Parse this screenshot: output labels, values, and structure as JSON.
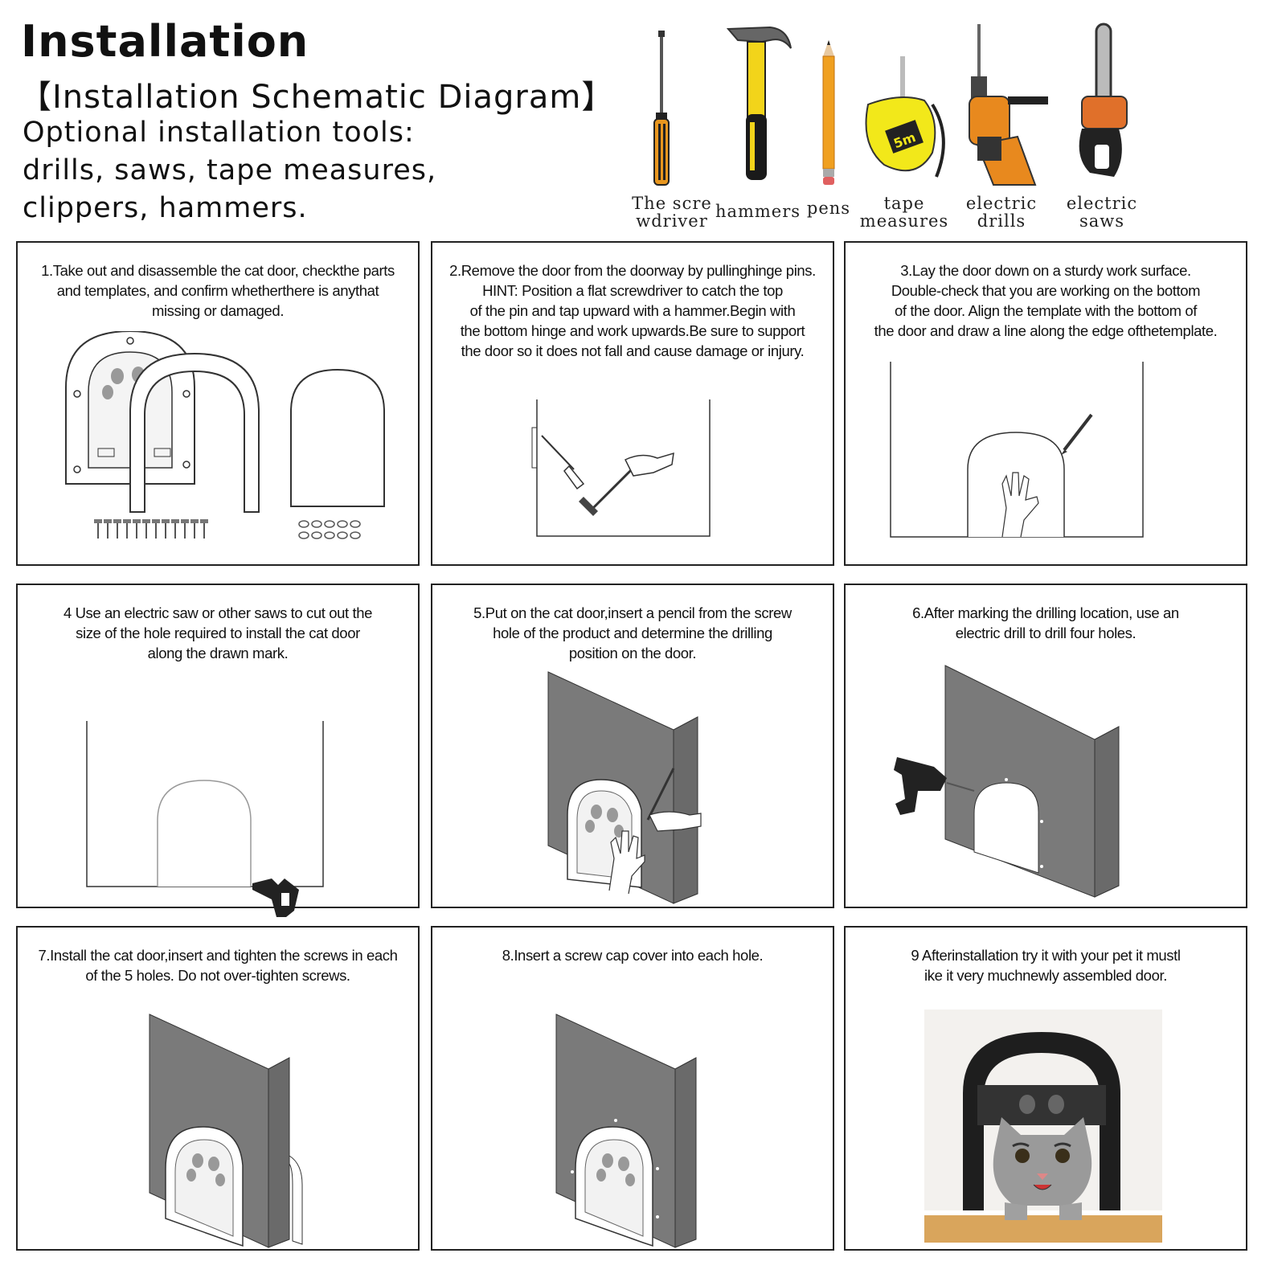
{
  "header": {
    "title": "Installation",
    "subtitle": "【Installation Schematic Diagram】",
    "tools_lines": [
      "Optional installation tools:",
      "drills, saws, tape measures,",
      "clippers, hammers."
    ]
  },
  "tools": [
    {
      "label": "The scre\nwdriver",
      "icon": "screwdriver-icon"
    },
    {
      "label": "hammers",
      "icon": "hammer-icon"
    },
    {
      "label": "pens",
      "icon": "pencil-icon"
    },
    {
      "label": "tape\nmeasures",
      "icon": "tape-measure-icon"
    },
    {
      "label": "electric\ndrills",
      "icon": "electric-drill-icon"
    },
    {
      "label": "electric\nsaws",
      "icon": "chainsaw-icon"
    }
  ],
  "steps": [
    {
      "text": "1.Take out and disassemble the cat door, checkthe parts\nand templates, and confirm whetherthere is anythat\nmissing or damaged."
    },
    {
      "text": "2.Remove the door from the doorway by pullinghinge pins.\nHINT: Position a flat screwdriver to catch the top\nof the pin and tap upward with a hammer.Begin with\nthe bottom hinge and work upwards.Be sure to support\nthe door so it does not fall and cause damage or injury."
    },
    {
      "text": "3.Lay the door down on a sturdy work surface.\nDouble-check that you are working on the bottom\nof the door. Align the template with the bottom of\nthe door and draw a line along the edge ofthetemplate."
    },
    {
      "text": "4 Use an electric saw or other saws to cut out the\nsize of the hole required to install the cat door\nalong the drawn mark."
    },
    {
      "text": "5.Put on the cat door,insert a pencil from the screw\nhole of the product and determine the drilling\nposition on the door."
    },
    {
      "text": "6.After marking the drilling location, use an\nelectric drill to drill four holes."
    },
    {
      "text": "7.Install the cat door,insert and tighten the screws in each\nof the 5 holes. Do not over-tighten screws."
    },
    {
      "text": "8.Insert a screw cap cover into each hole."
    },
    {
      "text": "9 Afterinstallation try it with your pet it mustl\nike it very muchnewly assembled door."
    }
  ],
  "colors": {
    "door_gray": "#7a7a7a",
    "tool_orange": "#e8891e",
    "tool_yellow": "#f2d41a",
    "border": "#222222"
  }
}
